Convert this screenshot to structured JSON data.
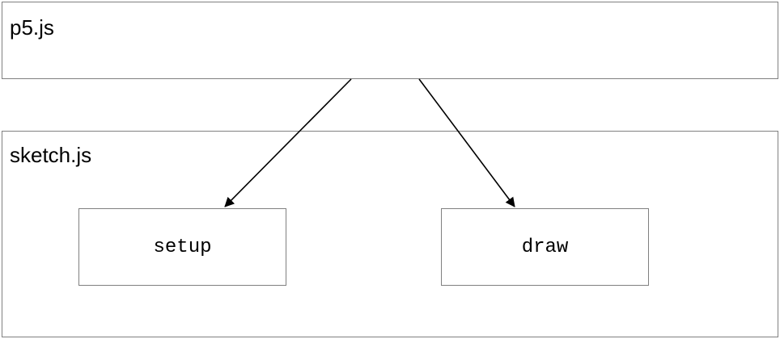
{
  "library": {
    "label": "p5.js"
  },
  "sketch": {
    "label": "sketch.js",
    "functions": [
      {
        "label": "setup"
      },
      {
        "label": "draw"
      }
    ]
  },
  "colors": {
    "box_border": "#808080",
    "arrow": "#000000",
    "text": "#000000"
  }
}
